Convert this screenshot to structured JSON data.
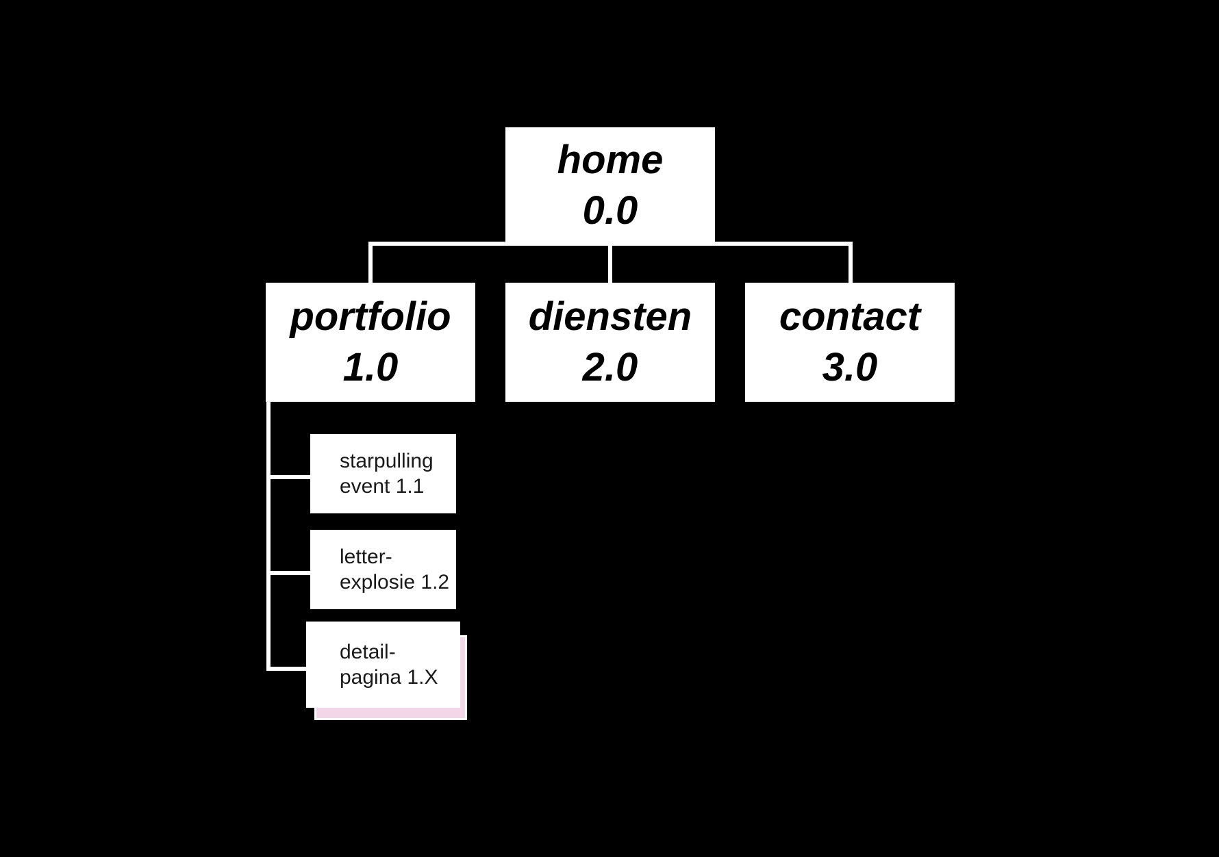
{
  "diagram": {
    "type": "sitemap",
    "colors": {
      "background": "#000000",
      "box": "#ffffff",
      "text": "#000000",
      "stack_shadow": "#f3d6e8"
    },
    "root": {
      "name": "home",
      "code": "0.0"
    },
    "level1": [
      {
        "name": "portfolio",
        "code": "1.0"
      },
      {
        "name": "diensten",
        "code": "2.0"
      },
      {
        "name": "contact",
        "code": "3.0"
      }
    ],
    "portfolio_children": [
      {
        "line1": "starpulling",
        "line2": "event 1.1"
      },
      {
        "line1": "letter-",
        "line2": "explosie 1.2"
      },
      {
        "line1": "detail-",
        "line2": "pagina 1.X"
      }
    ]
  }
}
